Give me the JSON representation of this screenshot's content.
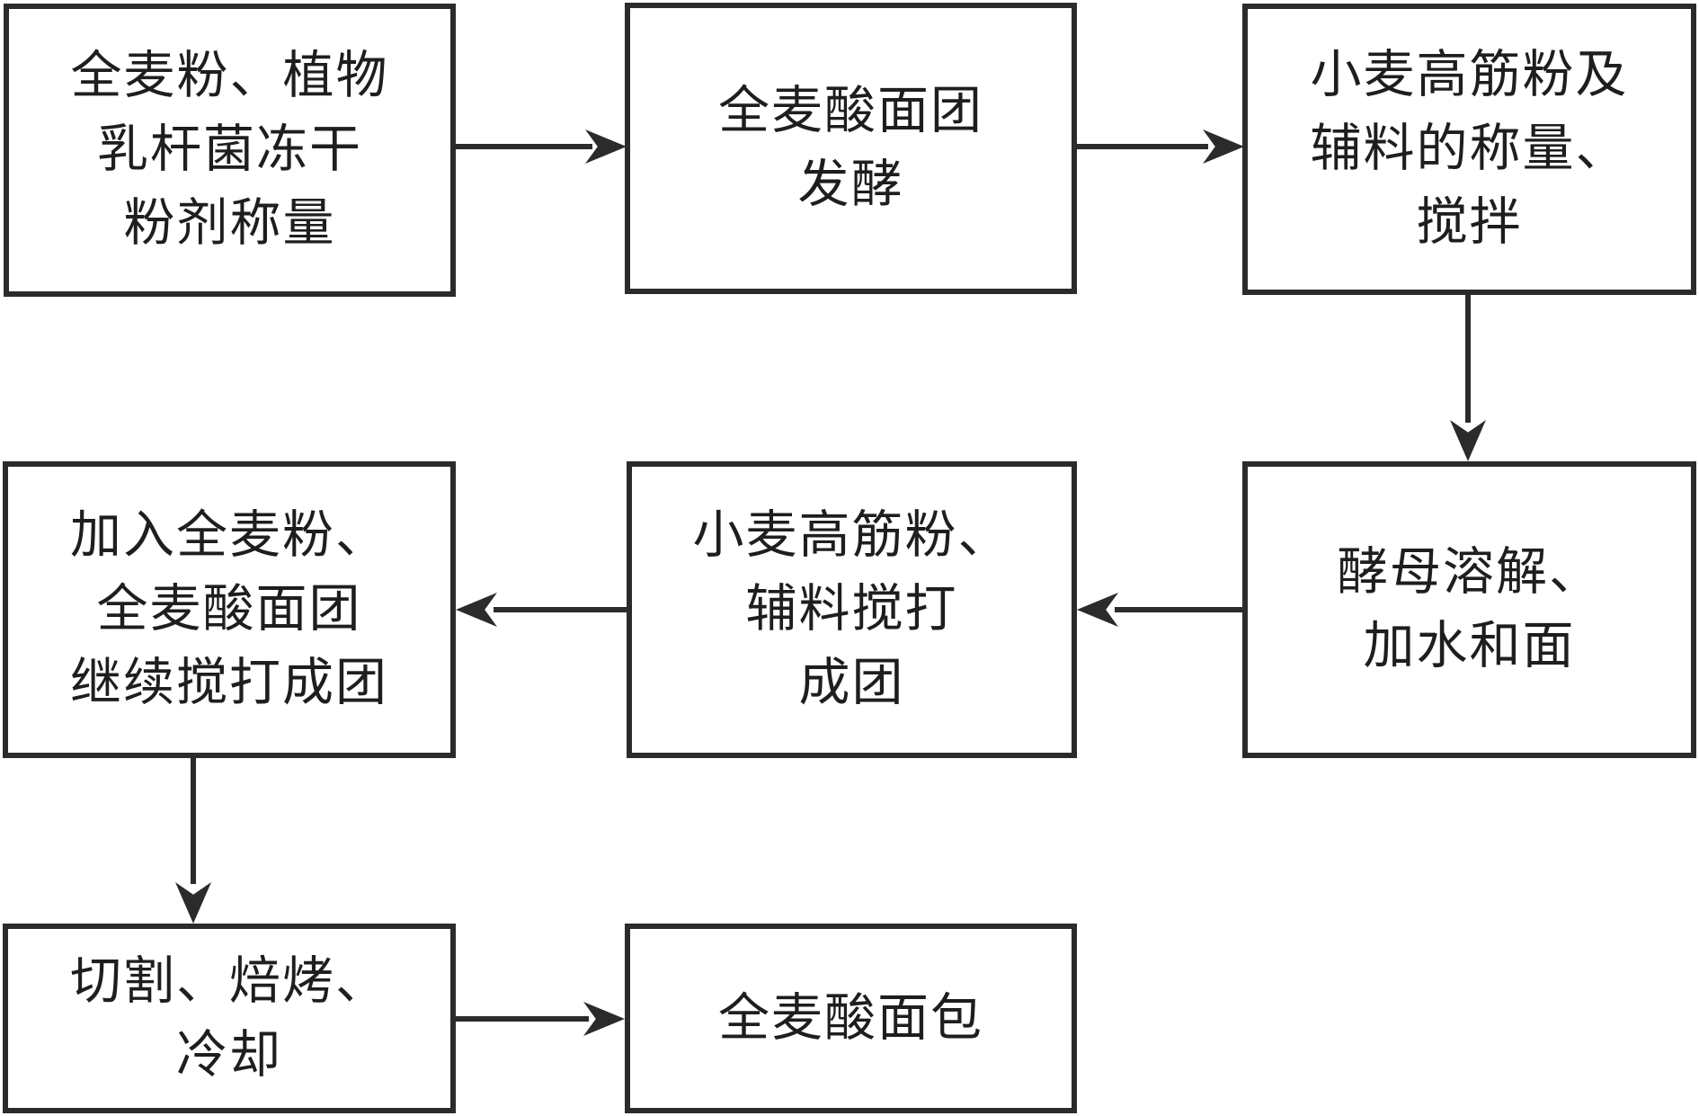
{
  "diagram": {
    "type": "flowchart",
    "language": "zh-CN",
    "background_color": "#ffffff",
    "line_color": "#2b2b2b",
    "text_color": "#1e1e1e",
    "nodes": [
      {
        "id": "weigh-wholewheat-lactobacillus",
        "lines": [
          "全麦粉、植物",
          "乳杆菌冻干",
          "粉剂称量"
        ]
      },
      {
        "id": "sourdough-fermentation",
        "lines": [
          "全麦酸面团",
          "发酵"
        ]
      },
      {
        "id": "weigh-mix-flour-ingredients",
        "lines": [
          "小麦高筋粉及",
          "辅料的称量、",
          "搅拌"
        ]
      },
      {
        "id": "add-wholewheat-continue-beating",
        "lines": [
          "加入全麦粉、",
          "全麦酸面团",
          "继续搅打成团"
        ]
      },
      {
        "id": "flour-ingredients-beat-dough",
        "lines": [
          "小麦高筋粉、",
          "辅料搅打",
          "成团"
        ]
      },
      {
        "id": "yeast-dissolve-knead",
        "lines": [
          "酵母溶解、",
          "加水和面"
        ]
      },
      {
        "id": "cut-bake-cool",
        "lines": [
          "切割、焙烤、",
          "冷却"
        ]
      },
      {
        "id": "wholewheat-sourdough-bread",
        "lines": [
          "全麦酸面包"
        ]
      }
    ],
    "edges": [
      {
        "from": "weigh-wholewheat-lactobacillus",
        "to": "sourdough-fermentation",
        "direction": "right"
      },
      {
        "from": "sourdough-fermentation",
        "to": "weigh-mix-flour-ingredients",
        "direction": "right"
      },
      {
        "from": "weigh-mix-flour-ingredients",
        "to": "yeast-dissolve-knead",
        "direction": "down"
      },
      {
        "from": "yeast-dissolve-knead",
        "to": "flour-ingredients-beat-dough",
        "direction": "left"
      },
      {
        "from": "flour-ingredients-beat-dough",
        "to": "add-wholewheat-continue-beating",
        "direction": "left"
      },
      {
        "from": "add-wholewheat-continue-beating",
        "to": "cut-bake-cool",
        "direction": "down"
      },
      {
        "from": "cut-bake-cool",
        "to": "wholewheat-sourdough-bread",
        "direction": "right"
      }
    ]
  }
}
